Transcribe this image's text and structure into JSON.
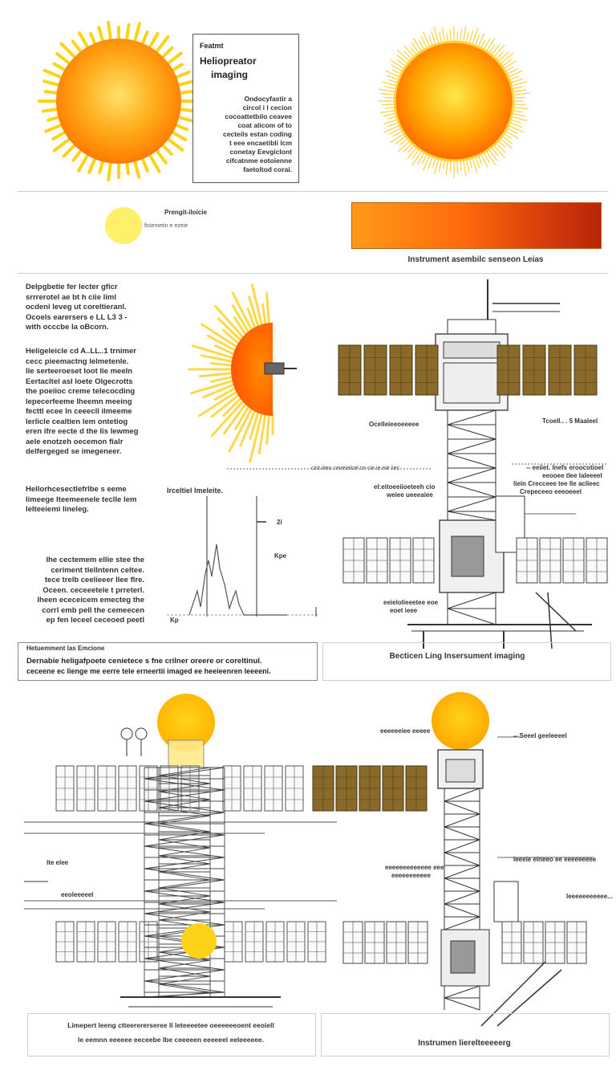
{
  "top_card": {
    "kicker": "Featmt",
    "title_line1": "Heliopreator",
    "title_line2": "imaging",
    "lines": [
      "Ondocyfastir a",
      "circol i l  cecion",
      "cocoattetbilo ceavee",
      "coat alicom of to",
      "cecteils estan coding",
      "t eee encaetibli lcm",
      "conetay Eevgiclont",
      "cifcatnme eotoienne",
      "faetoltod corai."
    ]
  },
  "band": {
    "swatch_title": "Prengit-iloicie",
    "swatch_sub": "ficiemetin e ezeie",
    "spectrum_caption": "Instrument asembilc senseon Leias"
  },
  "left_text": {
    "block1": [
      "Delpgbetie fer lecter gficr",
      "srrrerotel ae bt h ciie liml",
      "ocdeni leveg ut coreltieranl.",
      "Ocoels earersers e LL L3  3 -",
      "with occcbe la oBcorn."
    ],
    "block2": [
      "Heligeleicle cd A..LL..1 trnimer",
      "cecc pieemactng lelmetenle.",
      "lle serteeroeset loot lie meeln",
      "Eertacltel asl loete Olgecrotts",
      "the poeiioc  creme telecocding",
      "lepecerfeeme lheemn meeing",
      "fecttl ecee  ln ceeecll ilmeeme",
      "lerlicle cealtien lem ontetiog",
      "eren ifre eecte d the lis lewmeg",
      "aele enotzeh oecemon  fialr",
      "delfergeged se imegeneer."
    ],
    "block3": [
      "Hellorhcesectlefrlbe s eeme",
      "limeege lteemeenele teclle lem",
      "lelteeiemi lineleg."
    ],
    "block4": [
      "Ihe cectemem ellie stee the",
      "ceriment  tlellntenn celtee.",
      "tece trelb ceelieeer Ilee flre.",
      "Oceen. ceceeetele t prreterl.",
      "lheen ececeicem emecteg the",
      "corrl emb pell the cemeecen",
      "ep fen leceel ceceoed peetl"
    ]
  },
  "plot": {
    "title": "Irceltiel lmeleite.",
    "tick_right": "2i",
    "ylabel_right": "Kpe",
    "xlabel_left": "Kp"
  },
  "tower_labels": {
    "left_mid": "Ocelleieeoeeeee",
    "right_mid": "Tcoell.. . 5 Maaleel",
    "dotted_line": "cirit iiteo ceireielcel ce cie ie eie iiec",
    "mid_left1": "el:eitoeeiioeteeh cio",
    "mid_left2": "weiee ueeeaiee",
    "mid_right1": "-- eeiiet. lnefs  eroocotioel",
    "mid_right2": "eeooee tlee laleeeel",
    "mid_right3": "liein Crecceee tee lle aclieec",
    "mid_right4": "Crepeceeo  eeeoeeel",
    "low_left1": "eeielolieeetee eoe",
    "low_left2": "eoet ieee",
    "caption": "Becticen Ling Insersument imaging"
  },
  "note_box": {
    "title": "Hetuemment  las Emcione",
    "line1": "Dernabie heligafpoete cenietece s fne crilner oreere or coreltinul.",
    "line2": "ceceene ec lienge me eerre tele erneertii imaged ee heeieenren leeeeni."
  },
  "bottom": {
    "left_caption_line1": "Limepert  leeng  ctteerererseree ll leteeeetee oeeeeeeoent  eeoiell",
    "left_caption_line2": "le  eemnn  eeeeee  eeceebe  lbe  ceeeeen  eeeeeel  eeleeeeee.",
    "right_caption": "Instrumen lierelteeeeerg",
    "lab_top_left": "eeeeeeiee eeeee",
    "lab_top_right": "-- Seeel geeleeeel",
    "lab_mid_left1": "lte elee",
    "lab_mid_left2": "eeoleeeeel",
    "lab_mid_right": "leeeie eineeo ee eeeeeeeee",
    "lab_low_left1": "eeeeeeeeeeeee eee",
    "lab_low_left2": "eeeeeeeeeee",
    "lab_low_right": "leeeeeeeeeee..."
  },
  "colors": {
    "sun_core": "#ff9a00",
    "sun_edge": "#ffd400",
    "spectrum_left": "#ff9a1a",
    "spectrum_right": "#b8250a",
    "panel_gold": "#8a6a2a"
  }
}
